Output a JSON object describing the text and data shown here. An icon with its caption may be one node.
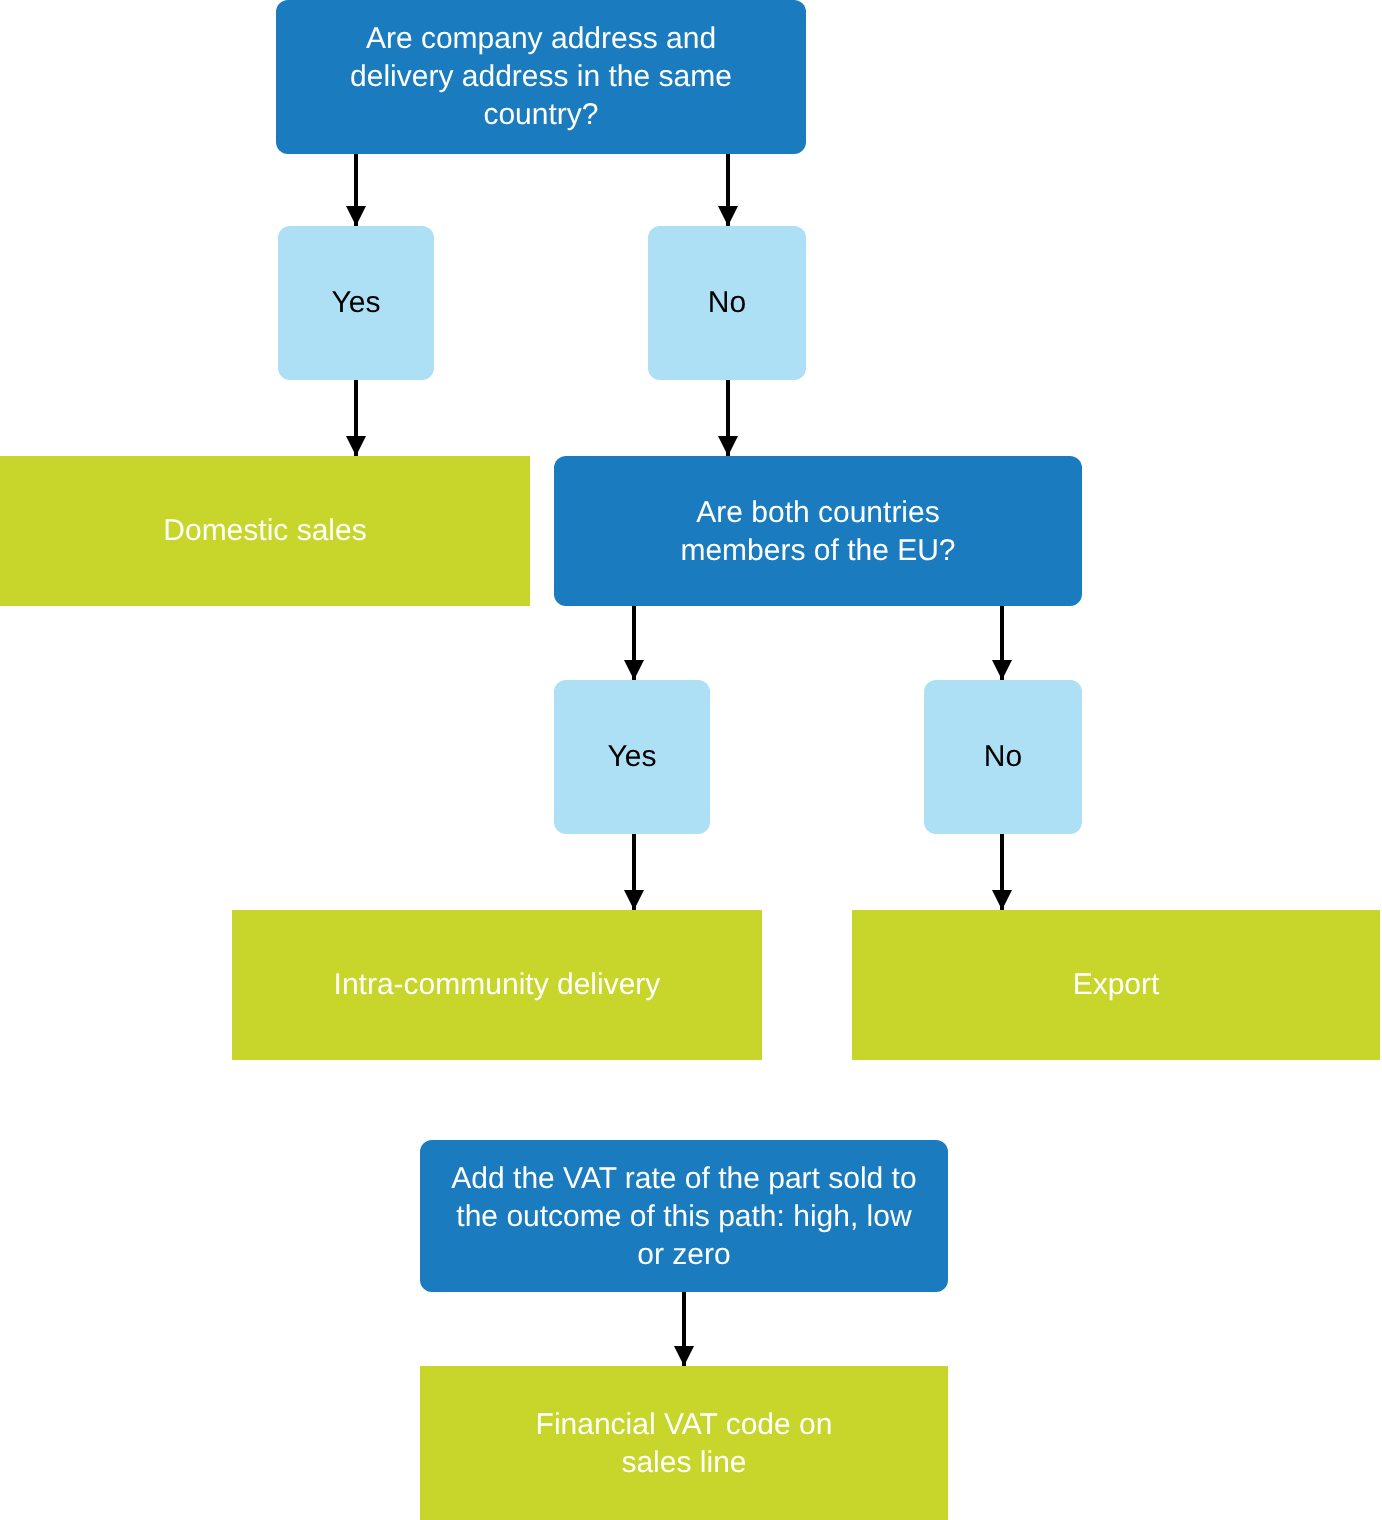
{
  "diagram": {
    "nodes": [
      {
        "text": [
          "Are company address and delivery address in the same country?"
        ]
      },
      {
        "text": [
          "Yes"
        ]
      },
      {
        "text": [
          "No"
        ]
      },
      {
        "text": [
          "Domestic sales"
        ]
      },
      {
        "text": [
          "Are both countries members of the EU?"
        ]
      },
      {
        "text": [
          "Yes"
        ]
      },
      {
        "text": [
          "No"
        ]
      },
      {
        "text": [
          "Intra-community delivery"
        ]
      },
      {
        "text": [
          "Export"
        ]
      },
      {
        "text": [
          "Add the VAT rate of the part sold to the outcome of this path: high, low or zero"
        ]
      },
      {
        "text": [
          "Financial VAT code on sales line"
        ]
      }
    ],
    "edges": [
      {
        "from": 0,
        "to": 1,
        "arrow": "to"
      },
      {
        "from": 0,
        "to": 2,
        "arrow": "to"
      },
      {
        "from": 1,
        "to": 3,
        "arrow": "to"
      },
      {
        "from": 2,
        "to": 4,
        "arrow": "to"
      },
      {
        "from": 4,
        "to": 5,
        "arrow": "to"
      },
      {
        "from": 4,
        "to": 6,
        "arrow": "to"
      },
      {
        "from": 5,
        "to": 7,
        "arrow": "to"
      },
      {
        "from": 6,
        "to": 8,
        "arrow": "to"
      },
      {
        "from": 9,
        "to": 10,
        "arrow": "to"
      }
    ]
  }
}
